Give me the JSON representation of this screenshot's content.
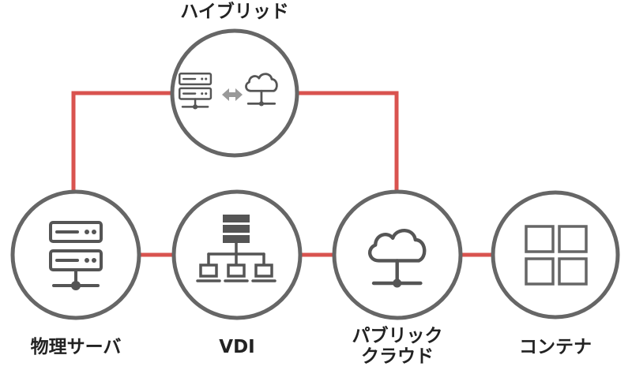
{
  "nodes": {
    "hybrid": {
      "label": "ハイブリッド"
    },
    "physical_server": {
      "label": "物理サーバ"
    },
    "vdi": {
      "label": "VDI"
    },
    "public_cloud": {
      "label_line1": "パブリック",
      "label_line2": "クラウド"
    },
    "container": {
      "label": "コンテナ"
    }
  },
  "colors": {
    "connector": "#D9534F",
    "circle_stroke": "#666666",
    "icon": "#555555",
    "arrow": "#999999",
    "text": "#222222"
  },
  "icons": {
    "hybrid": [
      "server-stack-icon",
      "bidirectional-arrow-icon",
      "cloud-network-icon"
    ],
    "physical_server": [
      "server-stack-icon"
    ],
    "vdi": [
      "server-rack-network-icon"
    ],
    "public_cloud": [
      "cloud-network-icon"
    ],
    "container": [
      "container-grid-icon"
    ]
  }
}
